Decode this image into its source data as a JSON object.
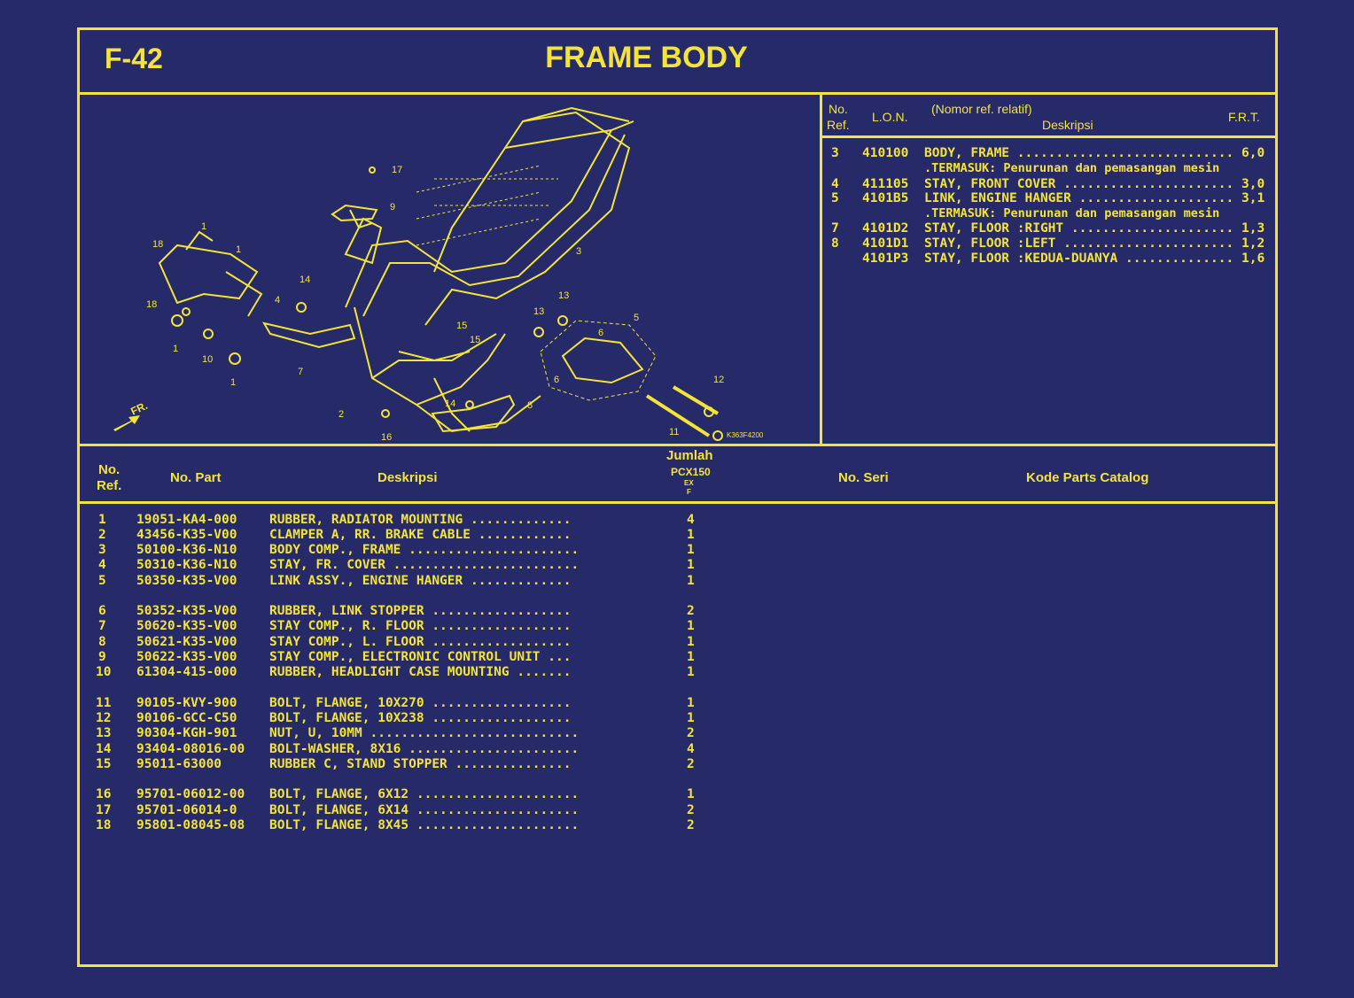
{
  "page": {
    "code": "F-42",
    "title": "FRAME BODY"
  },
  "frt_table": {
    "headers": {
      "no_ref_1": "No.",
      "no_ref_2": "Ref.",
      "lon": "L.O.N.",
      "nomor_ref": "(Nomor ref. relatif)",
      "deskripsi": "Deskripsi",
      "frt": "F.R.T."
    },
    "rows": [
      {
        "ref": "3",
        "lon": "410100",
        "desc": "BODY, FRAME ............................",
        "frt": "6,0"
      },
      {
        "ref": "",
        "lon": "",
        "desc": ".TERMASUK: Penurunan dan pemasangan mesin",
        "frt": ""
      },
      {
        "ref": "4",
        "lon": "411105",
        "desc": "STAY, FRONT COVER ......................",
        "frt": "3,0"
      },
      {
        "ref": "5",
        "lon": "4101B5",
        "desc": "LINK, ENGINE HANGER ....................",
        "frt": "3,1"
      },
      {
        "ref": "",
        "lon": "",
        "desc": ".TERMASUK: Penurunan dan pemasangan mesin",
        "frt": ""
      },
      {
        "ref": "7",
        "lon": "4101D2",
        "desc": "STAY, FLOOR :RIGHT .....................",
        "frt": "1,3"
      },
      {
        "ref": "8",
        "lon": "4101D1",
        "desc": "STAY, FLOOR :LEFT ......................",
        "frt": "1,2"
      },
      {
        "ref": "",
        "lon": "4101P3",
        "desc": "STAY, FLOOR :KEDUA-DUANYA ..............",
        "frt": "1,6"
      }
    ]
  },
  "diagram": {
    "image_code": "K363F4200",
    "fr_label": "FR.",
    "callouts": [
      "1",
      "1",
      "1",
      "1",
      "2",
      "3",
      "4",
      "5",
      "6",
      "6",
      "7",
      "8",
      "9",
      "10",
      "11",
      "12",
      "13",
      "13",
      "14",
      "14",
      "15",
      "15",
      "16",
      "17",
      "18",
      "18"
    ]
  },
  "parts_table": {
    "headers": {
      "no_ref_1": "No.",
      "no_ref_2": "Ref.",
      "no_part": "No. Part",
      "deskripsi": "Deskripsi",
      "jumlah": "Jumlah",
      "model": "PCX150",
      "model_sub1": "EX",
      "model_sub2": "F",
      "no_seri": "No. Seri",
      "kode": "Kode Parts Catalog"
    },
    "rows": [
      {
        "ref": "1",
        "part": "19051-KA4-000",
        "desc": "RUBBER, RADIATOR MOUNTING .............",
        "qty": "4"
      },
      {
        "ref": "2",
        "part": "43456-K35-V00",
        "desc": "CLAMPER A, RR. BRAKE CABLE ............",
        "qty": "1"
      },
      {
        "ref": "3",
        "part": "50100-K36-N10",
        "desc": "BODY COMP., FRAME ......................",
        "qty": "1"
      },
      {
        "ref": "4",
        "part": "50310-K36-N10",
        "desc": "STAY, FR. COVER ........................",
        "qty": "1"
      },
      {
        "ref": "5",
        "part": "50350-K35-V00",
        "desc": "LINK ASSY., ENGINE HANGER .............",
        "qty": "1"
      },
      {
        "ref": "6",
        "part": "50352-K35-V00",
        "desc": "RUBBER, LINK STOPPER ..................",
        "qty": "2"
      },
      {
        "ref": "7",
        "part": "50620-K35-V00",
        "desc": "STAY COMP., R. FLOOR ..................",
        "qty": "1"
      },
      {
        "ref": "8",
        "part": "50621-K35-V00",
        "desc": "STAY COMP., L. FLOOR ..................",
        "qty": "1"
      },
      {
        "ref": "9",
        "part": "50622-K35-V00",
        "desc": "STAY COMP., ELECTRONIC CONTROL UNIT ...",
        "qty": "1"
      },
      {
        "ref": "10",
        "part": "61304-415-000",
        "desc": "RUBBER, HEADLIGHT CASE MOUNTING .......",
        "qty": "1"
      },
      {
        "ref": "11",
        "part": "90105-KVY-900",
        "desc": "BOLT, FLANGE, 10X270 ..................",
        "qty": "1"
      },
      {
        "ref": "12",
        "part": "90106-GCC-C50",
        "desc": "BOLT, FLANGE, 10X238 ..................",
        "qty": "1"
      },
      {
        "ref": "13",
        "part": "90304-KGH-901",
        "desc": "NUT, U, 10MM ...........................",
        "qty": "2"
      },
      {
        "ref": "14",
        "part": "93404-08016-00",
        "desc": "BOLT-WASHER, 8X16 ......................",
        "qty": "4"
      },
      {
        "ref": "15",
        "part": "95011-63000",
        "desc": "RUBBER C, STAND STOPPER ...............",
        "qty": "2"
      },
      {
        "ref": "16",
        "part": "95701-06012-00",
        "desc": "BOLT, FLANGE, 6X12 .....................",
        "qty": "1"
      },
      {
        "ref": "17",
        "part": "95701-06014-0",
        "desc": "BOLT, FLANGE, 6X14 .....................",
        "qty": "2"
      },
      {
        "ref": "18",
        "part": "95801-08045-08",
        "desc": "BOLT, FLANGE, 8X45 .....................",
        "qty": "2"
      }
    ]
  },
  "colors": {
    "background": "#262a68",
    "foreground": "#f4e43a"
  }
}
